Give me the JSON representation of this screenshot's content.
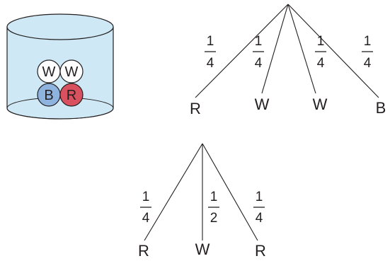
{
  "jar": {
    "balls": [
      {
        "label": "W",
        "color": "#ffffff"
      },
      {
        "label": "W",
        "color": "#ffffff"
      },
      {
        "label": "B",
        "color": "#8fb3df"
      },
      {
        "label": "R",
        "color": "#d9505f"
      }
    ],
    "fill_color": "#cfe8f5",
    "rim_color": "#231f20"
  },
  "tree_top": {
    "branches": [
      {
        "numerator": "1",
        "denominator": "4",
        "outcome": "R"
      },
      {
        "numerator": "1",
        "denominator": "4",
        "outcome": "W"
      },
      {
        "numerator": "1",
        "denominator": "4",
        "outcome": "W"
      },
      {
        "numerator": "1",
        "denominator": "4",
        "outcome": "B"
      }
    ]
  },
  "tree_bottom": {
    "branches": [
      {
        "numerator": "1",
        "denominator": "4",
        "outcome": "R"
      },
      {
        "numerator": "1",
        "denominator": "2",
        "outcome": "W"
      },
      {
        "numerator": "1",
        "denominator": "4",
        "outcome": "R"
      }
    ]
  }
}
